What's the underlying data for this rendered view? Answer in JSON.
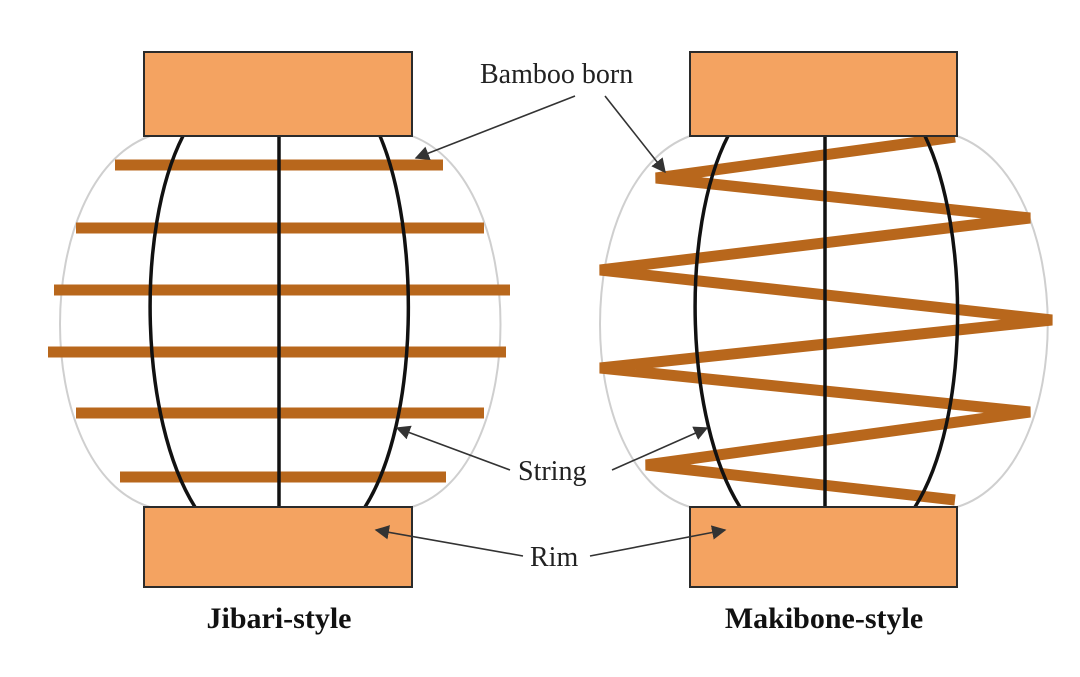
{
  "labels": {
    "bamboo": "Bamboo born",
    "string": "String",
    "rim": "Rim"
  },
  "titles": {
    "left": "Jibari-style",
    "right": "Makibone-style"
  },
  "colors": {
    "rim_fill": "#F4A361",
    "rim_stroke": "#2b2b2b",
    "bamboo": "#B8671C",
    "string": "#111111",
    "outline": "#cfcfcf"
  }
}
